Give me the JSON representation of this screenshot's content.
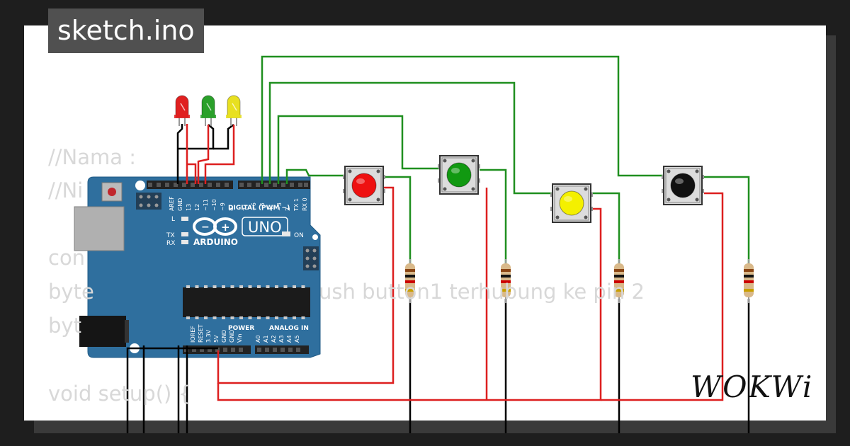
{
  "header": {
    "title": "sketch.ino"
  },
  "code_lines": [
    "//Nama :",
    "//Ni",
    "con",
    "byte",
    "byt",
    "void setup() {"
  ],
  "code_fragment": "ush button1 terhubung ke pin 2",
  "board": {
    "name": "UNO",
    "brand": "ARDUINO",
    "digital_label": "DIGITAL (PWM ~)",
    "power_label": "POWER",
    "analog_label": "ANALOG IN",
    "on_label": "ON",
    "l_label": "L",
    "tx_label": "TX",
    "rx_label": "RX",
    "top_pins": [
      "AREF",
      "GND",
      "13",
      "12",
      "~11",
      "~10",
      "~9",
      "8",
      "7",
      "~6",
      "~5",
      "4",
      "~3",
      "2",
      "TX 1",
      "RX 0"
    ],
    "bottom_pins": [
      "IOREF",
      "RESET",
      "3.3V",
      "5V",
      "GND",
      "GND",
      "Vin",
      "A0",
      "A1",
      "A2",
      "A3",
      "A4",
      "A5"
    ]
  },
  "leds": [
    {
      "color": "red",
      "hex": "#e02020"
    },
    {
      "color": "green",
      "hex": "#2aa02a"
    },
    {
      "color": "yellow",
      "hex": "#e8e020"
    }
  ],
  "buttons": [
    {
      "color": "red",
      "hex": "#ee1111"
    },
    {
      "color": "green",
      "hex": "#119911"
    },
    {
      "color": "yellow",
      "hex": "#f4f000"
    },
    {
      "color": "black",
      "hex": "#111111"
    }
  ],
  "logo": {
    "text": "WOKWi"
  },
  "colors": {
    "board_blue": "#2f6f9e",
    "wire_green": "#1f8f1f",
    "wire_red": "#dd1f1f",
    "wire_black": "#000000",
    "panel": "#ffffff",
    "background": "#1e1e1e"
  }
}
